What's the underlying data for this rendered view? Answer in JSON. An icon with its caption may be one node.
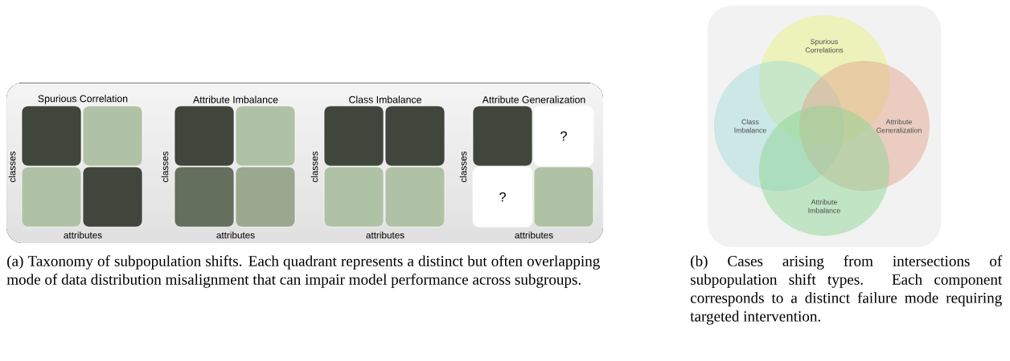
{
  "diagram": {
    "nodes": [
      {
        "text": [],
        "shape": "box"
      },
      {
        "text": [],
        "shape": "box"
      },
      {
        "text": [],
        "shape": "box"
      },
      {
        "text": [],
        "shape": "box"
      },
      {
        "text": [],
        "shape": "box"
      },
      {
        "text": [],
        "shape": "box"
      },
      {
        "text": [],
        "shape": "box"
      },
      {
        "text": [],
        "shape": "box"
      },
      {
        "text": [],
        "shape": "box"
      },
      {
        "text": [],
        "shape": "box"
      },
      {
        "text": [],
        "shape": "box"
      },
      {
        "text": [],
        "shape": "box"
      },
      {
        "text": [],
        "shape": "box"
      },
      {
        "text": [
          "?"
        ]
      },
      {
        "text": [
          "?"
        ]
      },
      {
        "text": [],
        "shape": "box"
      },
      {
        "text": [
          "Spurious Correlations"
        ]
      },
      {
        "text": [
          "Class Imbalance"
        ]
      },
      {
        "text": [
          "Attribute Generalization"
        ]
      },
      {
        "text": [
          "Attribute Imbalance"
        ]
      }
    ],
    "edges": [],
    "labels": [
      "Spurious Correlation",
      "classes",
      "attributes",
      "Attribute Imbalance",
      "classes",
      "attributes",
      "Class Imbalance",
      "classes",
      "attributes",
      "Attribute Generalization",
      "classes",
      "attributes",
      "(a) Taxonomy of subpopulation shifts. Each quadrant represents a distinct but often overlapping mode of data distribution misalignment that can impair model performance across subgroups.",
      "(b) Cases arising from intersections of subpopulation shift types. Each component corresponds to a distinct failure mode requiring targeted intervention."
    ]
  }
}
